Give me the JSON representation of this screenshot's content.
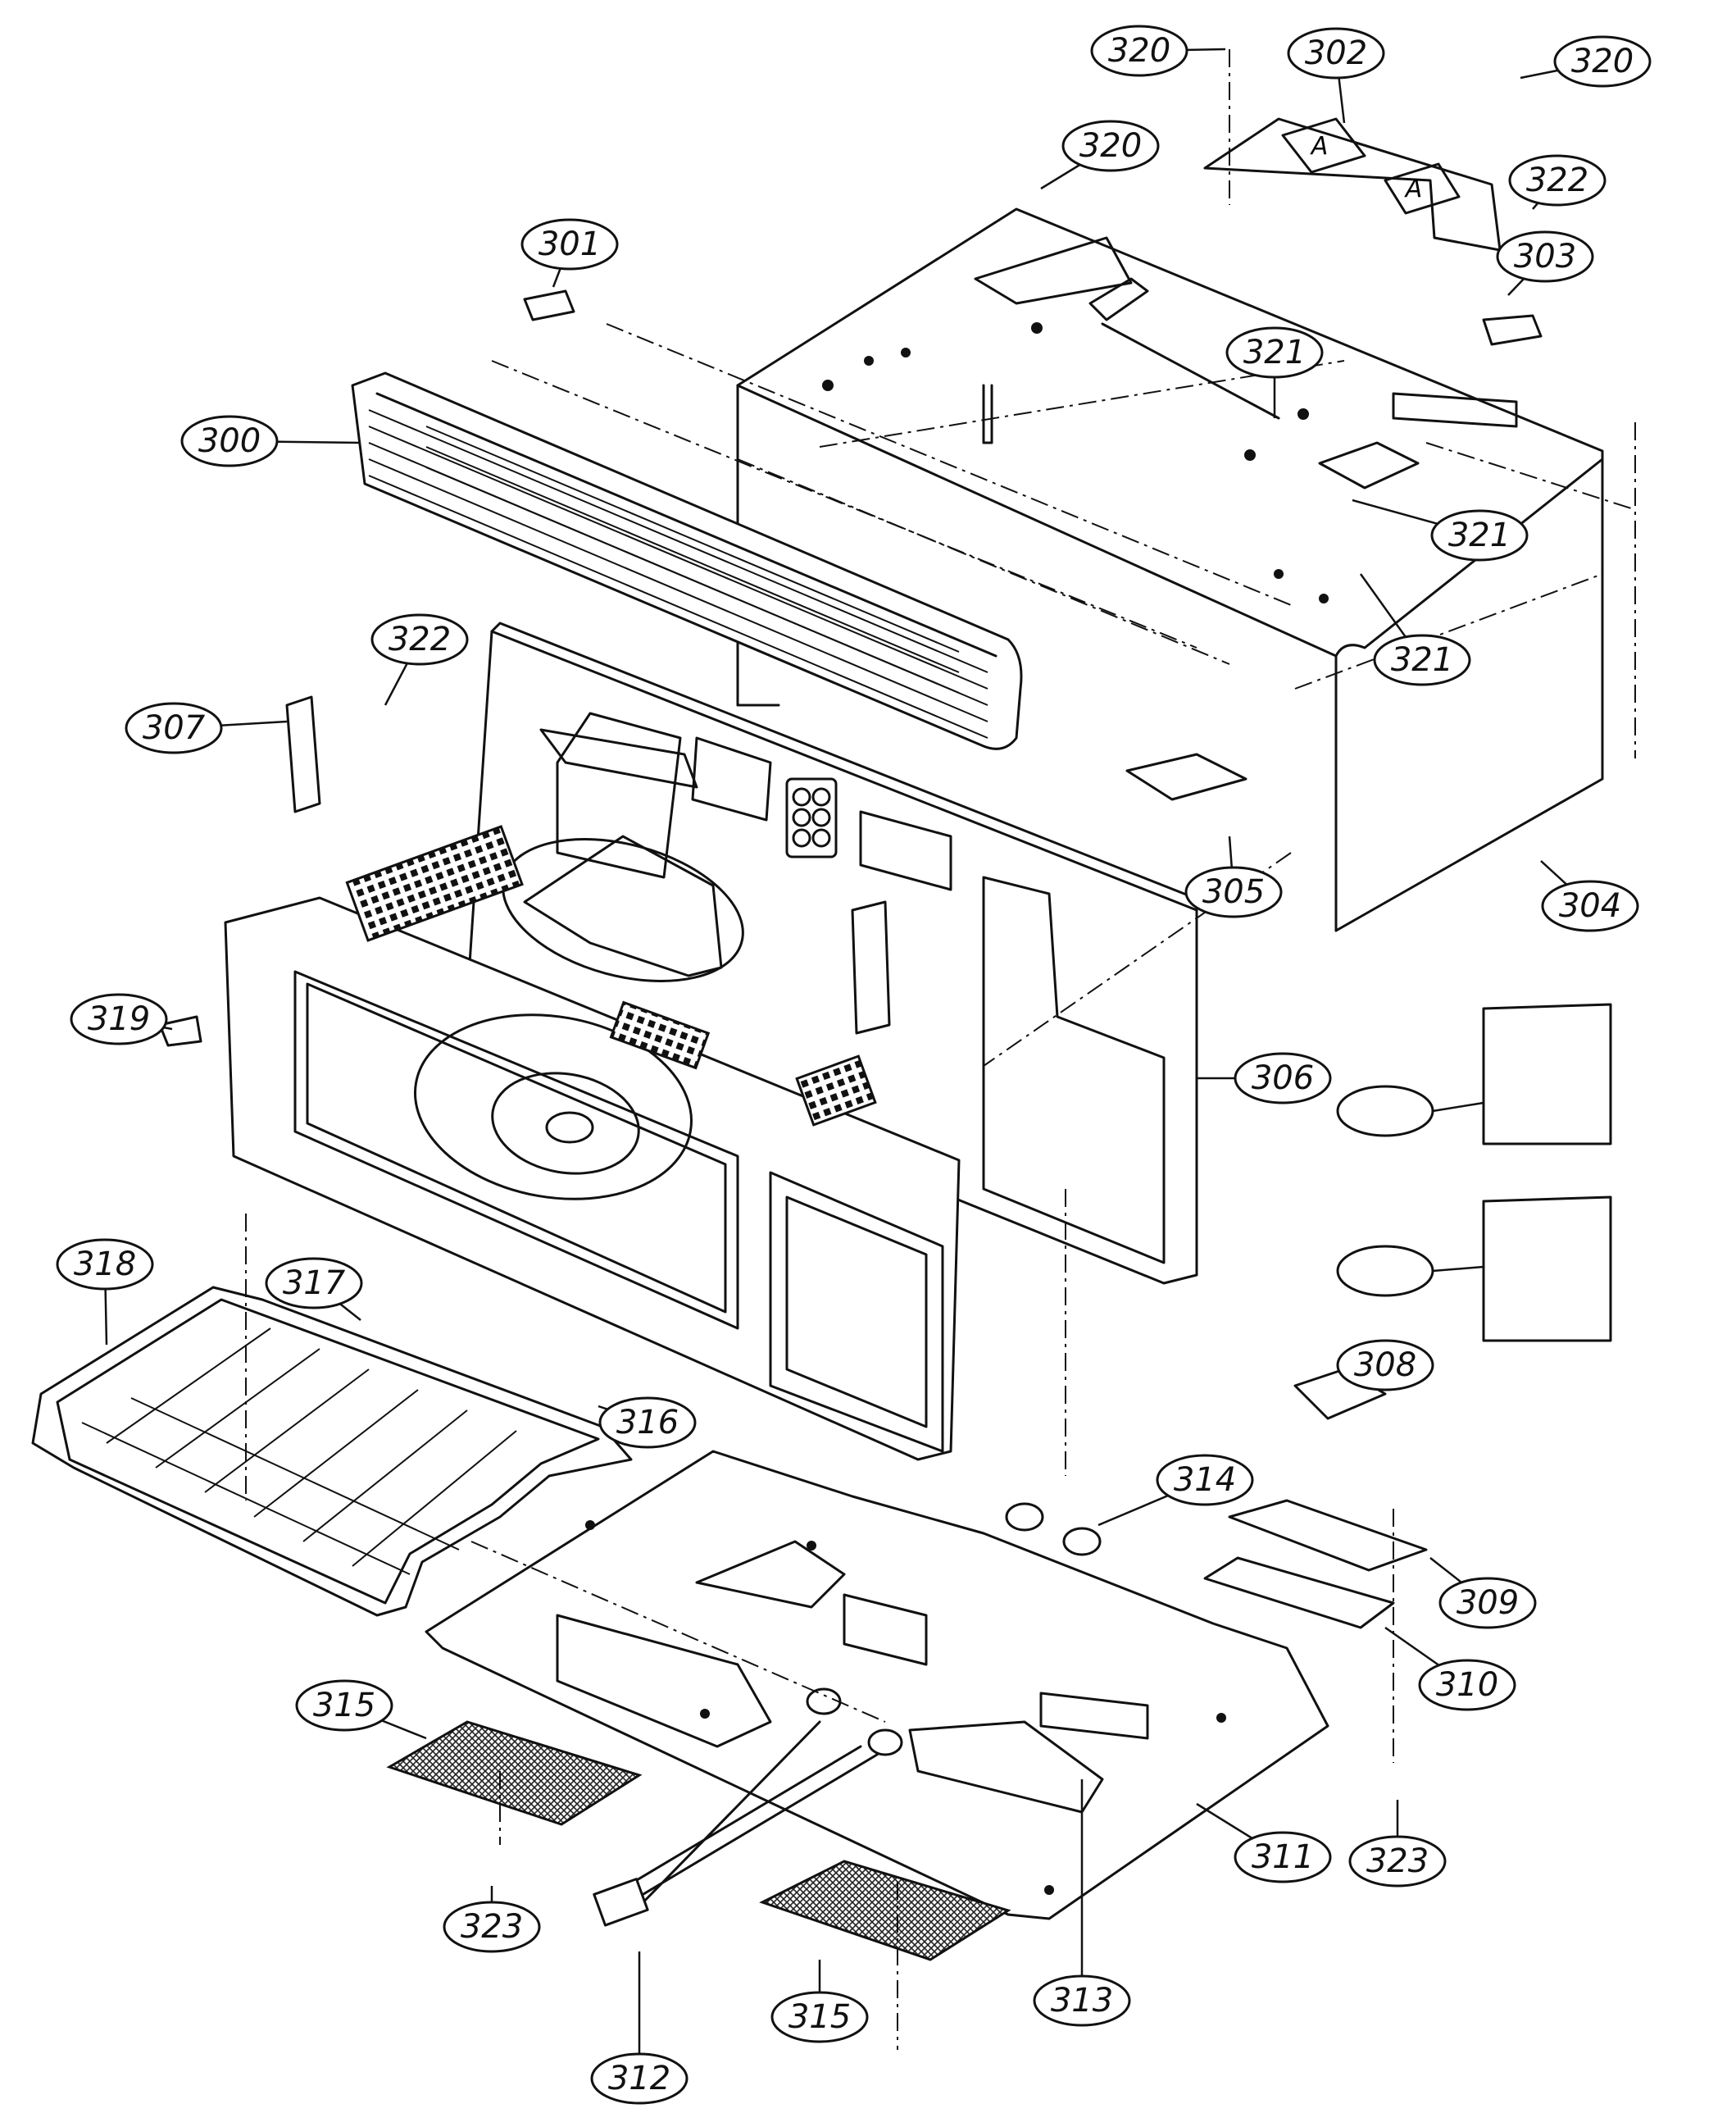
{
  "diagram": {
    "parts": [
      {
        "id": "p300",
        "label": "300"
      },
      {
        "id": "p301",
        "label": "301"
      },
      {
        "id": "p302",
        "label": "302"
      },
      {
        "id": "p303",
        "label": "303"
      },
      {
        "id": "p304",
        "label": "304"
      },
      {
        "id": "p305",
        "label": "305"
      },
      {
        "id": "p306",
        "label": "306"
      },
      {
        "id": "p307",
        "label": "307"
      },
      {
        "id": "p308",
        "label": "308"
      },
      {
        "id": "p309",
        "label": "309"
      },
      {
        "id": "p310",
        "label": "310"
      },
      {
        "id": "p311",
        "label": "311"
      },
      {
        "id": "p312",
        "label": "312"
      },
      {
        "id": "p313",
        "label": "313"
      },
      {
        "id": "p314",
        "label": "314"
      },
      {
        "id": "p315a",
        "label": "315"
      },
      {
        "id": "p315b",
        "label": "315"
      },
      {
        "id": "p316",
        "label": "316"
      },
      {
        "id": "p317",
        "label": "317"
      },
      {
        "id": "p318",
        "label": "318"
      },
      {
        "id": "p319",
        "label": "319"
      },
      {
        "id": "p320a",
        "label": "320"
      },
      {
        "id": "p320b",
        "label": "320"
      },
      {
        "id": "p320c",
        "label": "320"
      },
      {
        "id": "p321a",
        "label": "321"
      },
      {
        "id": "p321b",
        "label": "321"
      },
      {
        "id": "p321c",
        "label": "321"
      },
      {
        "id": "p322a",
        "label": "322"
      },
      {
        "id": "p322b",
        "label": "322"
      },
      {
        "id": "p323a",
        "label": "323"
      },
      {
        "id": "p323b",
        "label": "323"
      }
    ],
    "plate_marks": [
      "A",
      "A"
    ]
  }
}
